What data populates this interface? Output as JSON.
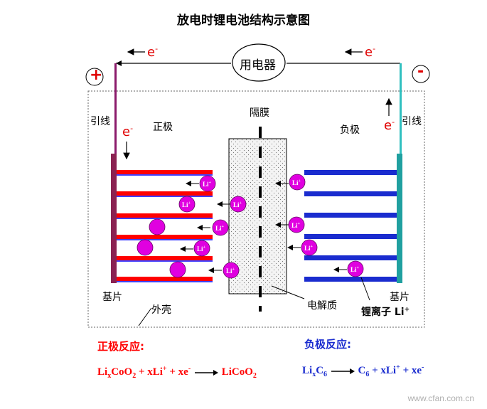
{
  "title": "放电时锂电池结构示意图",
  "device_label": "用电器",
  "plus_sign": "+",
  "minus_sign": "-",
  "electron": "e",
  "electron_sup": "-",
  "lead_left": "引线",
  "lead_right": "引线",
  "positive_label": "正极",
  "negative_label": "负极",
  "separator_label": "隔膜",
  "substrate_left": "基片",
  "substrate_right": "基片",
  "shell_label": "外壳",
  "electrolyte_label": "电解质",
  "li_ion_label": "锂离子 Li",
  "li_ion_sup": "+",
  "ion_text": "Li",
  "ion_sup": "+",
  "positive_reaction_title": "正极反应:",
  "negative_reaction_title": "负极反应:",
  "positive_reaction": {
    "p1": "Li",
    "sub1": "x",
    "p2": "CoO",
    "sub2": "2",
    "p3": " + xLi",
    "sup3": "+",
    "p4": " + xe",
    "sup4": "-",
    "p5": "LiCoO",
    "sub5": "2"
  },
  "negative_reaction": {
    "p1": "Li",
    "sub1": "x",
    "p2": "C",
    "sub2": "6",
    "p3": "C",
    "sub3": "6",
    "p4": " + xLi",
    "sup4": "+",
    "p5": " + xe",
    "sup5": "-"
  },
  "watermark": "www.cfan.com.cn",
  "colors": {
    "positive": "#ff0000",
    "negative": "#1a2ccf",
    "ion": "#e000e0",
    "lead_left": "#8b1a6b",
    "lead_right": "#30c0c0",
    "substrate_left": "#8b2252",
    "substrate_right": "#20a0a0"
  }
}
